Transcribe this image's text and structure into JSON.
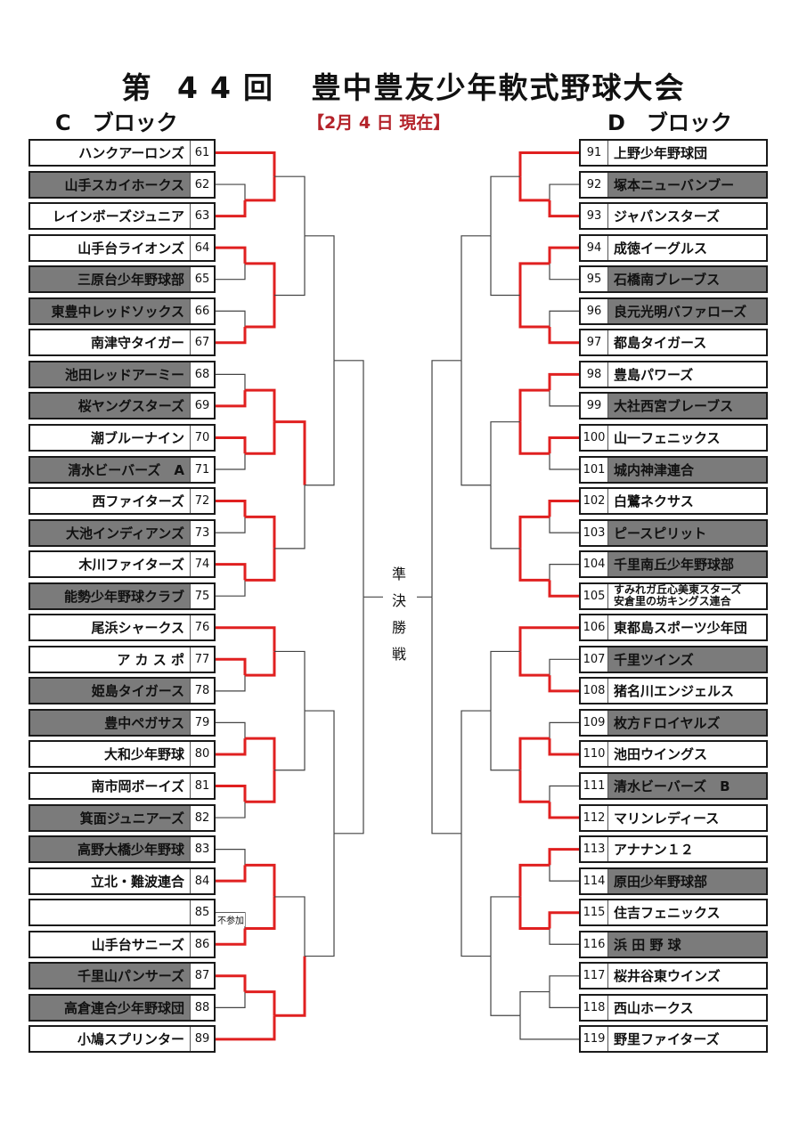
{
  "title": {
    "prefix": "第",
    "number": "44",
    "suffix": "回",
    "name": "豊中豊友少年軟式野球大会"
  },
  "as_of": "【2月 4 日 現在】",
  "semifinal_label": [
    "準",
    "決",
    "勝",
    "戦"
  ],
  "absent_label": "不参加",
  "colors": {
    "winner_line": "#e02020",
    "line": "#444444",
    "shaded": "#7b7b7b"
  },
  "blocks": {
    "C": {
      "label": "C　ブロック",
      "teams": [
        {
          "no": "61",
          "name": "ハンクアーロンズ",
          "shaded": false
        },
        {
          "no": "62",
          "name": "山手スカイホークス",
          "shaded": true
        },
        {
          "no": "63",
          "name": "レインボーズジュニア",
          "shaded": false
        },
        {
          "no": "64",
          "name": "山手台ライオンズ",
          "shaded": false
        },
        {
          "no": "65",
          "name": "三原台少年野球部",
          "shaded": true
        },
        {
          "no": "66",
          "name": "東豊中レッドソックス",
          "shaded": true
        },
        {
          "no": "67",
          "name": "南津守タイガー",
          "shaded": false
        },
        {
          "no": "68",
          "name": "池田レッドアーミー",
          "shaded": true
        },
        {
          "no": "69",
          "name": "桜ヤングスターズ",
          "shaded": true
        },
        {
          "no": "70",
          "name": "潮ブルーナイン",
          "shaded": false
        },
        {
          "no": "71",
          "name": "清水ビーバーズ　A",
          "shaded": true
        },
        {
          "no": "72",
          "name": "西ファイターズ",
          "shaded": false
        },
        {
          "no": "73",
          "name": "大池インディアンズ",
          "shaded": true
        },
        {
          "no": "74",
          "name": "木川ファイターズ",
          "shaded": false
        },
        {
          "no": "75",
          "name": "能勢少年野球クラブ",
          "shaded": true
        },
        {
          "no": "76",
          "name": "尾浜シャークス",
          "shaded": false
        },
        {
          "no": "77",
          "name": "ア カ ス ポ",
          "shaded": false
        },
        {
          "no": "78",
          "name": "姫島タイガース",
          "shaded": true
        },
        {
          "no": "79",
          "name": "豊中ペガサス",
          "shaded": true
        },
        {
          "no": "80",
          "name": "大和少年野球",
          "shaded": false
        },
        {
          "no": "81",
          "name": "南市岡ボーイズ",
          "shaded": false
        },
        {
          "no": "82",
          "name": "箕面ジュニアーズ",
          "shaded": true
        },
        {
          "no": "83",
          "name": "高野大橋少年野球",
          "shaded": true
        },
        {
          "no": "84",
          "name": "立北・難波連合",
          "shaded": false
        },
        {
          "no": "85",
          "name": "",
          "shaded": false
        },
        {
          "no": "86",
          "name": "山手台サニーズ",
          "shaded": false
        },
        {
          "no": "87",
          "name": "千里山パンサーズ",
          "shaded": true
        },
        {
          "no": "88",
          "name": "高倉連合少年野球団",
          "shaded": true
        },
        {
          "no": "89",
          "name": "小鳩スプリンター",
          "shaded": false
        }
      ]
    },
    "D": {
      "label": "D　ブロック",
      "teams": [
        {
          "no": "91",
          "name": "上野少年野球団",
          "shaded": false
        },
        {
          "no": "92",
          "name": "塚本ニューバンブー",
          "shaded": true
        },
        {
          "no": "93",
          "name": "ジャパンスターズ",
          "shaded": false
        },
        {
          "no": "94",
          "name": "成徳イーグルス",
          "shaded": false
        },
        {
          "no": "95",
          "name": "石橋南ブレーブス",
          "shaded": true
        },
        {
          "no": "96",
          "name": "良元光明バファローズ",
          "shaded": true
        },
        {
          "no": "97",
          "name": "都島タイガース",
          "shaded": false
        },
        {
          "no": "98",
          "name": "豊島パワーズ",
          "shaded": false
        },
        {
          "no": "99",
          "name": "大社西宮ブレーブス",
          "shaded": true
        },
        {
          "no": "100",
          "name": "山一フェニックス",
          "shaded": false
        },
        {
          "no": "101",
          "name": "城内神津連合",
          "shaded": true
        },
        {
          "no": "102",
          "name": "白鷺ネクサス",
          "shaded": false
        },
        {
          "no": "103",
          "name": "ピースピリット",
          "shaded": true
        },
        {
          "no": "104",
          "name": "千里南丘少年野球部",
          "shaded": true
        },
        {
          "no": "105",
          "name": "すみれガ丘心美東スターズ",
          "name2": "安倉里の坊キングス連合",
          "shaded": false
        },
        {
          "no": "106",
          "name": "東都島スポーツ少年団",
          "shaded": false
        },
        {
          "no": "107",
          "name": "千里ツインズ",
          "shaded": true
        },
        {
          "no": "108",
          "name": "猪名川エンジェルス",
          "shaded": false
        },
        {
          "no": "109",
          "name": "枚方Ｆロイヤルズ",
          "shaded": true
        },
        {
          "no": "110",
          "name": "池田ウイングス",
          "shaded": false
        },
        {
          "no": "111",
          "name": "清水ビーバーズ　B",
          "shaded": true
        },
        {
          "no": "112",
          "name": "マリンレディース",
          "shaded": false
        },
        {
          "no": "113",
          "name": "アナナン１２",
          "shaded": false
        },
        {
          "no": "114",
          "name": "原田少年野球部",
          "shaded": true
        },
        {
          "no": "115",
          "name": "住吉フェニックス",
          "shaded": false
        },
        {
          "no": "116",
          "name": "浜 田 野 球",
          "shaded": true
        },
        {
          "no": "117",
          "name": "桜井谷東ウインズ",
          "shaded": false
        },
        {
          "no": "118",
          "name": "西山ホークス",
          "shaded": false
        },
        {
          "no": "119",
          "name": "野里ファイターズ",
          "shaded": false
        }
      ]
    }
  }
}
